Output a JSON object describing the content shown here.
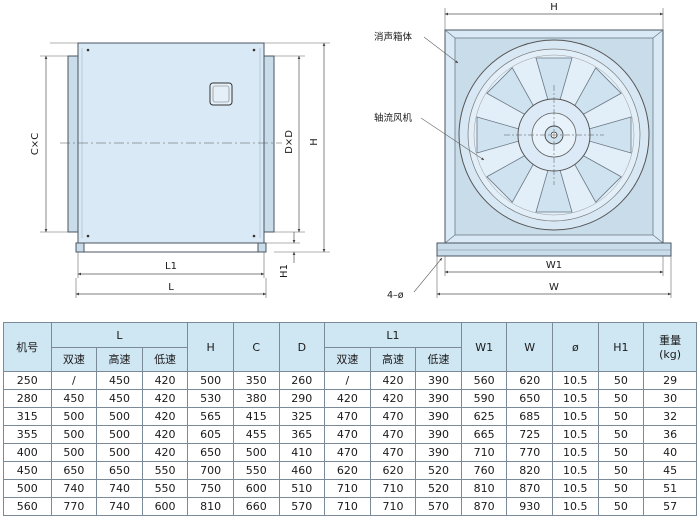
{
  "drawing": {
    "front_view": {
      "label_cxc": "C×C",
      "label_dxd": "D×D",
      "label_h": "H",
      "label_l1": "L1",
      "label_l": "L",
      "label_h1": "H1"
    },
    "side_view": {
      "label_h_top": "H",
      "callout_box": "消声箱体",
      "callout_fan": "轴流风机",
      "label_w1": "W1",
      "label_w": "W",
      "label_holes": "4–ø"
    },
    "colors": {
      "body_fill": "#d9e9f5",
      "panel_fill": "#c9dcea",
      "outline": "#4a5560",
      "header_fill": "#cfe6f3"
    }
  },
  "table": {
    "headers": {
      "model": "机号",
      "L": "L",
      "H": "H",
      "C": "C",
      "D": "D",
      "L1": "L1",
      "W1": "W1",
      "W": "W",
      "phi": "ø",
      "H1": "H1",
      "weight": "重量",
      "weight_unit": "(kg)",
      "dual": "双速",
      "high": "高速",
      "low": "低速"
    },
    "rows": [
      [
        "250",
        "/",
        "450",
        "420",
        "500",
        "350",
        "260",
        "/",
        "420",
        "390",
        "560",
        "620",
        "10.5",
        "50",
        "29"
      ],
      [
        "280",
        "450",
        "450",
        "420",
        "530",
        "380",
        "290",
        "420",
        "420",
        "390",
        "590",
        "650",
        "10.5",
        "50",
        "30"
      ],
      [
        "315",
        "500",
        "500",
        "420",
        "565",
        "415",
        "325",
        "470",
        "470",
        "390",
        "625",
        "685",
        "10.5",
        "50",
        "32"
      ],
      [
        "355",
        "500",
        "500",
        "420",
        "605",
        "455",
        "365",
        "470",
        "470",
        "390",
        "665",
        "725",
        "10.5",
        "50",
        "36"
      ],
      [
        "400",
        "500",
        "500",
        "420",
        "650",
        "500",
        "410",
        "470",
        "470",
        "390",
        "710",
        "770",
        "10.5",
        "50",
        "40"
      ],
      [
        "450",
        "650",
        "650",
        "550",
        "700",
        "550",
        "460",
        "620",
        "620",
        "520",
        "760",
        "820",
        "10.5",
        "50",
        "45"
      ],
      [
        "500",
        "740",
        "740",
        "550",
        "750",
        "600",
        "510",
        "710",
        "710",
        "520",
        "810",
        "870",
        "10.5",
        "50",
        "51"
      ],
      [
        "560",
        "770",
        "740",
        "600",
        "810",
        "660",
        "570",
        "710",
        "710",
        "570",
        "870",
        "930",
        "10.5",
        "50",
        "57"
      ]
    ]
  }
}
